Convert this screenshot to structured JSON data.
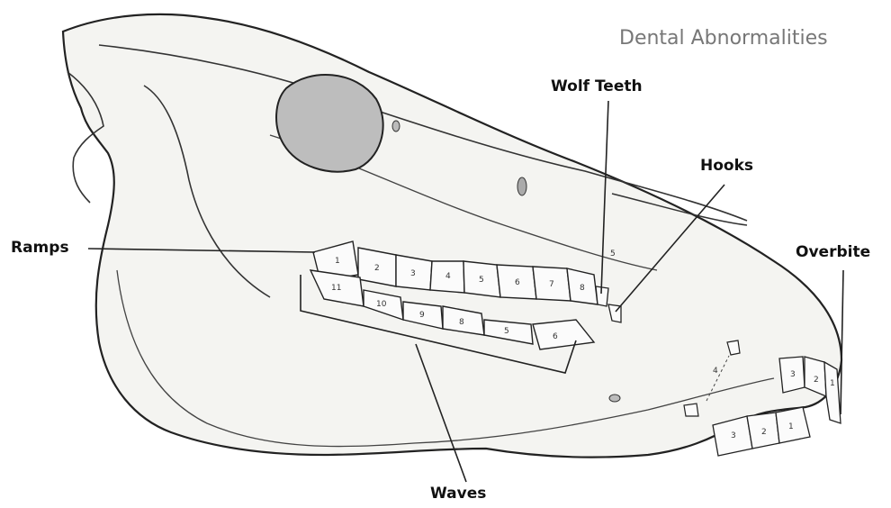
{
  "title": "Dental Abnormalities",
  "labels": {
    "wolf_teeth": "Wolf Teeth",
    "hooks": "Hooks",
    "ramps": "Ramps",
    "overbite": "Overbite",
    "waves": "Waves"
  },
  "tooth_numbers": {
    "upper_cheek": [
      "1",
      "2",
      "3",
      "4",
      "5",
      "6",
      "7",
      "8"
    ],
    "wolf": "5",
    "lower_cheek": [
      "11",
      "10",
      "9",
      "8",
      "5",
      "6"
    ],
    "canine": "4",
    "upper_incisors": [
      "3",
      "2",
      "1"
    ],
    "lower_incisors": [
      "3",
      "2",
      "1"
    ]
  },
  "colors": {
    "line": "#222222",
    "bone_fill": "#f4f4f1",
    "orbit_fill": "#bdbdbd",
    "tooth_fill": "#fbfbfb",
    "title": "#777777"
  }
}
